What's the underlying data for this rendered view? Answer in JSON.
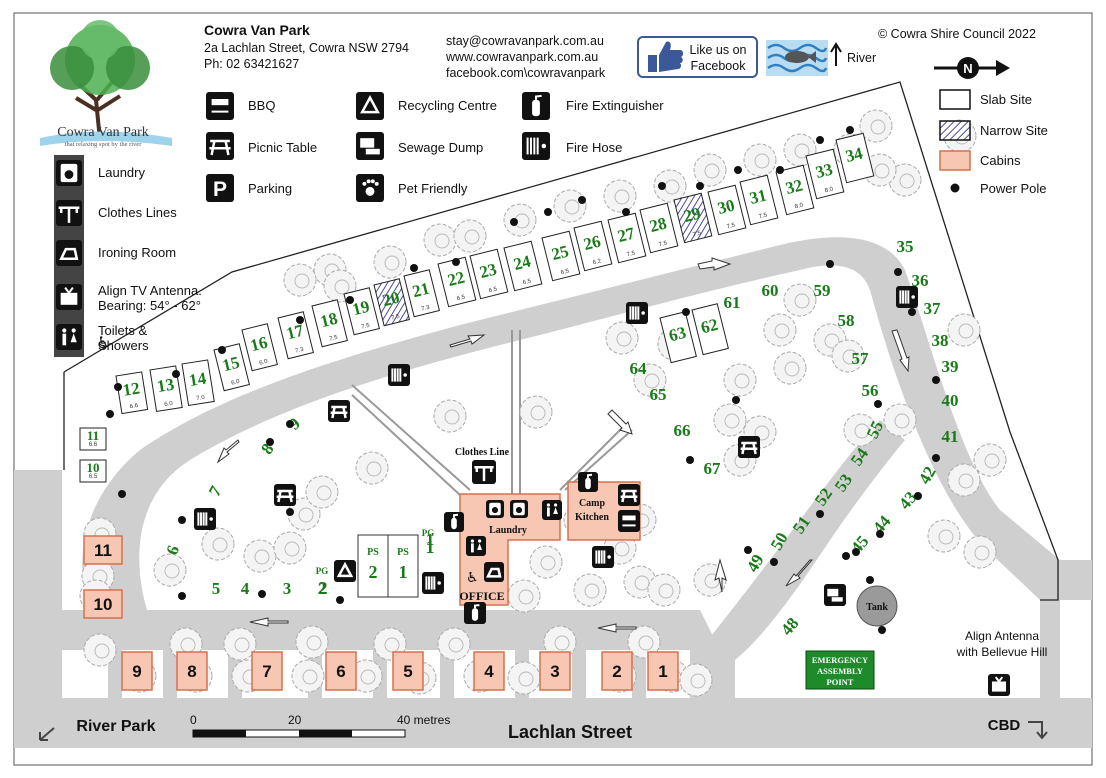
{
  "colors": {
    "road": "#cfcfcf",
    "grass": "#ffffff",
    "site_number": "#1a7a1a",
    "cabin_fill": "#f7c7b4",
    "cabin_stroke": "#d9704f",
    "narrow_site": "#4b4b9c",
    "emergency": "#1f8a2a",
    "facebook_blue": "#3b5998"
  },
  "header": {
    "park_name": "Cowra Van Park",
    "address": "2a Lachlan Street, Cowra NSW 2794",
    "phone": "Ph: 02 63421627",
    "email": "stay@cowravanpark.com.au",
    "website": "www.cowravanpark.com.au",
    "facebook": "facebook.com\\cowravanpark",
    "facebook_badge": [
      "Like us on",
      "Facebook"
    ],
    "river_label": "River",
    "copyright": "© Cowra Shire Council 2022"
  },
  "logo": {
    "name": "Cowra Van Park",
    "tagline": "that relaxing spot by the river"
  },
  "facility_legend": [
    {
      "icon": "bbq-icon",
      "label": "BBQ"
    },
    {
      "icon": "picnic-table-icon",
      "label": "Picnic Table"
    },
    {
      "icon": "parking-icon",
      "label": "Parking"
    },
    {
      "icon": "recycling-icon",
      "label": "Recycling Centre"
    },
    {
      "icon": "sewage-dump-icon",
      "label": "Sewage Dump"
    },
    {
      "icon": "pet-friendly-icon",
      "label": "Pet Friendly"
    },
    {
      "icon": "fire-extinguisher-icon",
      "label": "Fire Extinguisher"
    },
    {
      "icon": "fire-hose-icon",
      "label": "Fire Hose"
    }
  ],
  "amenity_legend": [
    {
      "icon": "laundry-icon",
      "label": [
        "Laundry"
      ]
    },
    {
      "icon": "clothes-lines-icon",
      "label": [
        "Clothes Lines"
      ]
    },
    {
      "icon": "ironing-room-icon",
      "label": [
        "Ironing Room"
      ]
    },
    {
      "icon": "tv-antenna-icon",
      "label": [
        "Align TV Antenna.",
        "Bearing: 54° - 62°"
      ]
    },
    {
      "icon": "toilets-icon",
      "label": [
        "Toilets &",
        "Showers"
      ]
    }
  ],
  "site_legend": [
    {
      "key": "slab",
      "label": "Slab Site"
    },
    {
      "key": "narrow",
      "label": "Narrow Site"
    },
    {
      "key": "cabin",
      "label": "Cabins"
    },
    {
      "key": "pole",
      "label": "Power Pole"
    }
  ],
  "north_label": "N",
  "slab_sites": [
    {
      "num": "12",
      "size": "6.6"
    },
    {
      "num": "13",
      "size": "6.0"
    },
    {
      "num": "14",
      "size": "7.0"
    },
    {
      "num": "15",
      "size": "6.0"
    },
    {
      "num": "16",
      "size": "6.0"
    },
    {
      "num": "17",
      "size": "7.3"
    },
    {
      "num": "18",
      "size": "7.5"
    },
    {
      "num": "19",
      "size": "7.5"
    },
    {
      "num": "20",
      "size": "7.5"
    },
    {
      "num": "21",
      "size": "7.3"
    },
    {
      "num": "22",
      "size": "6.5"
    },
    {
      "num": "23",
      "size": "6.5"
    },
    {
      "num": "24",
      "size": "6.5"
    },
    {
      "num": "25",
      "size": "6.5"
    },
    {
      "num": "26",
      "size": "6.2"
    },
    {
      "num": "27",
      "size": "7.5"
    },
    {
      "num": "28",
      "size": "7.5"
    },
    {
      "num": "29",
      "size": "7.5"
    },
    {
      "num": "30",
      "size": "7.5"
    },
    {
      "num": "31",
      "size": "7.5"
    },
    {
      "num": "32",
      "size": "8.0"
    },
    {
      "num": "33",
      "size": "8.0"
    },
    {
      "num": "34",
      "size": ""
    },
    {
      "num": "11",
      "size": "6.6"
    },
    {
      "num": "10",
      "size": "6.5"
    },
    {
      "num": "63",
      "size": ""
    },
    {
      "num": "62",
      "size": ""
    }
  ],
  "grass_sites": [
    "1",
    "2",
    "3",
    "4",
    "5",
    "6",
    "7",
    "8",
    "9",
    "35",
    "36",
    "37",
    "38",
    "39",
    "40",
    "41",
    "42",
    "43",
    "44",
    "45",
    "48",
    "49",
    "50",
    "51",
    "52",
    "53",
    "54",
    "55",
    "56",
    "57",
    "58",
    "59",
    "60",
    "61",
    "64",
    "65",
    "66",
    "67"
  ],
  "cabins": [
    "11",
    "10",
    "9",
    "8",
    "7",
    "6",
    "5",
    "4",
    "3",
    "2",
    "1"
  ],
  "powered_sites": [
    {
      "label": "PS",
      "num": "2"
    },
    {
      "label": "PS",
      "num": "1"
    },
    {
      "label": "PG",
      "num": "1"
    },
    {
      "label": "PG",
      "num": "2"
    }
  ],
  "buildings": {
    "clothes_line": "Clothes Line",
    "laundry": "Laundry",
    "office": "OFFICE",
    "camp_kitchen": [
      "Camp",
      "Kitchen"
    ],
    "tank": "Tank",
    "emergency": [
      "EMERGENCY",
      "ASSEMBLY",
      "POINT"
    ]
  },
  "antenna_note": [
    "Align Antenna",
    "with Bellevue Hill"
  ],
  "streets": {
    "lachlan": "Lachlan Street",
    "river_park": "River Park",
    "cbd": "CBD"
  },
  "scale": {
    "ticks": [
      "0",
      "20",
      "40 metres"
    ]
  }
}
